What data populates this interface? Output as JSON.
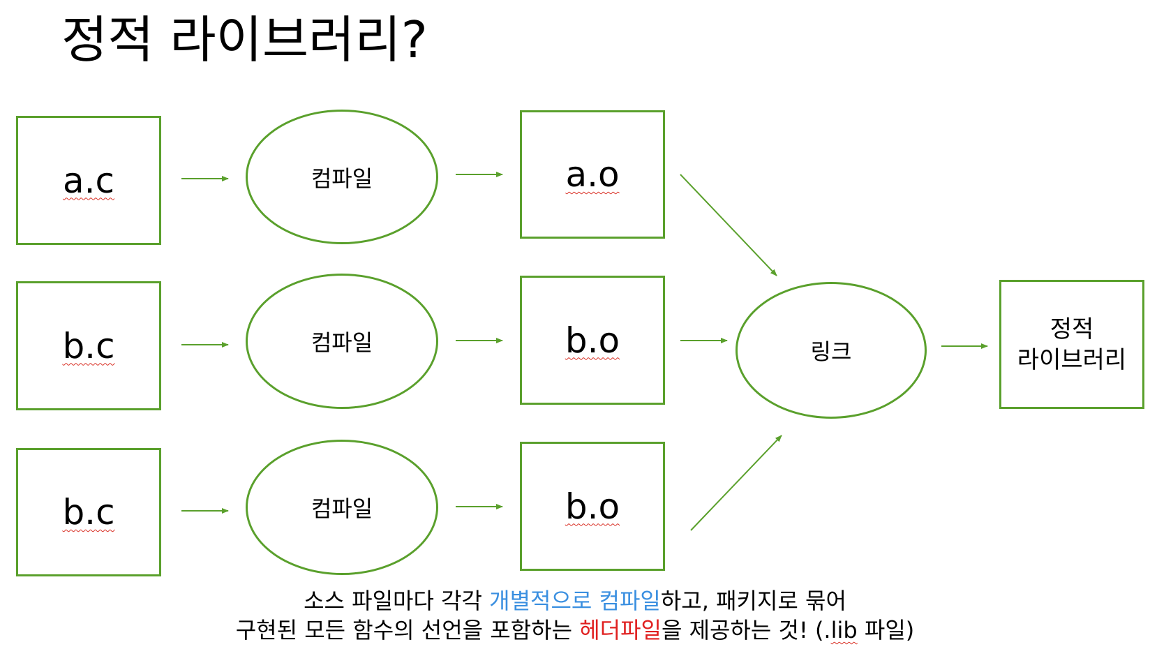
{
  "title": "정적 라이브러리?",
  "rows": [
    {
      "source": "a.c",
      "process": "컴파일",
      "object": "a.o"
    },
    {
      "source": "b.c",
      "process": "컴파일",
      "object": "b.o"
    },
    {
      "source": "b.c",
      "process": "컴파일",
      "object": "b.o"
    }
  ],
  "link": {
    "label": "링크"
  },
  "result": {
    "line1": "정적",
    "line2": "라이브러리"
  },
  "caption": {
    "line1": {
      "before": "소스 파일마다 각각 ",
      "highlight": "개별적으로 컴파일",
      "after": "하고, 패키지로 묶어"
    },
    "line2": {
      "before": "구현된 모든 함수의 선언을 포함하는 ",
      "highlight": "헤더파일",
      "middle": "을 제공하는 것! (.",
      "lib": "lib",
      "after": " 파일)"
    }
  },
  "colors": {
    "shape_stroke": "#5aa02c",
    "arrow": "#5aa02c",
    "caption_highlight_blue": "#3a8fe0",
    "caption_highlight_red": "#e02020",
    "spell_underline": "#d93025"
  }
}
